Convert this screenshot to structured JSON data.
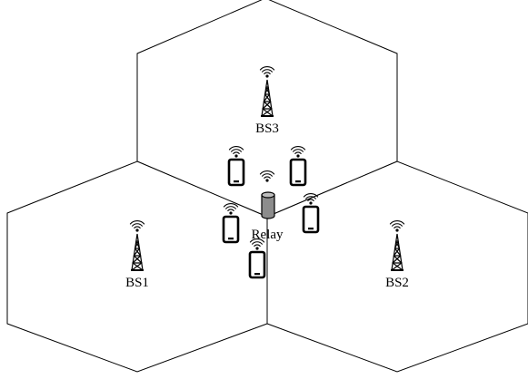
{
  "labels": {
    "bs1": "BS1",
    "bs2": "BS2",
    "bs3": "BS3",
    "relay": "Relay"
  },
  "icons": {
    "base_station": "cell-tower-icon",
    "relay": "relay-cylinder-icon",
    "user": "smartphone-icon",
    "signal": "wifi-signal-icon"
  },
  "colors": {
    "line": "#000000",
    "relay_fill": "#8c8c8c",
    "background": "#ffffff"
  }
}
